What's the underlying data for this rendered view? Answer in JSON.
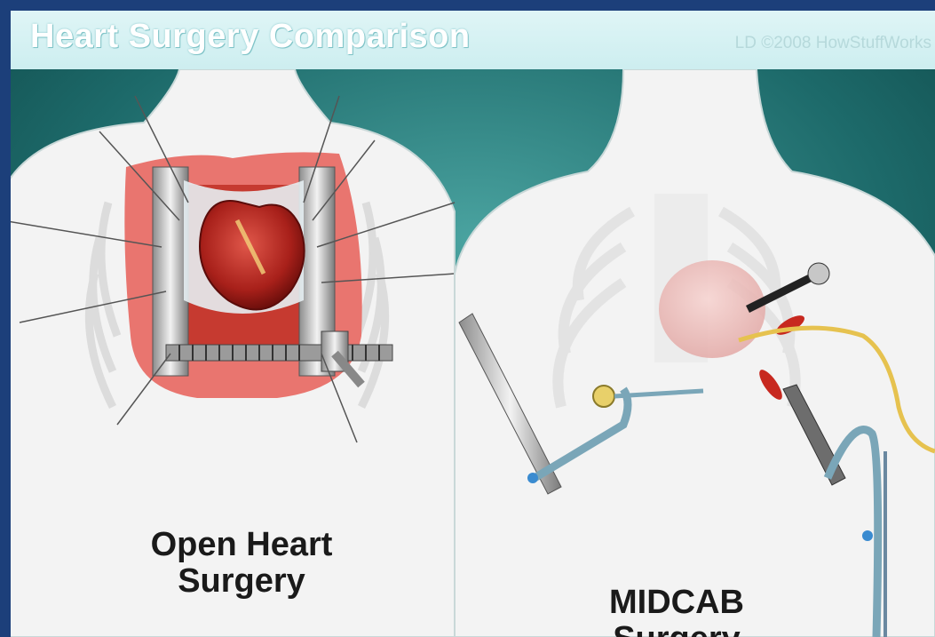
{
  "header": {
    "title": "Heart Surgery Comparison",
    "credit": "LD ©2008 HowStuffWorks"
  },
  "panels": {
    "left_label_line1": "Open Heart",
    "left_label_line2": "Surgery",
    "right_label_line1": "MIDCAB",
    "right_label_line2": "Surgery"
  },
  "colors": {
    "frame": "#1c3f7a",
    "header_bg": "#d6f1f2",
    "background_teal": "#1f6e6e",
    "skin": "#f3f3f3",
    "incision": "#e9756f",
    "heart": "#b4231c"
  }
}
